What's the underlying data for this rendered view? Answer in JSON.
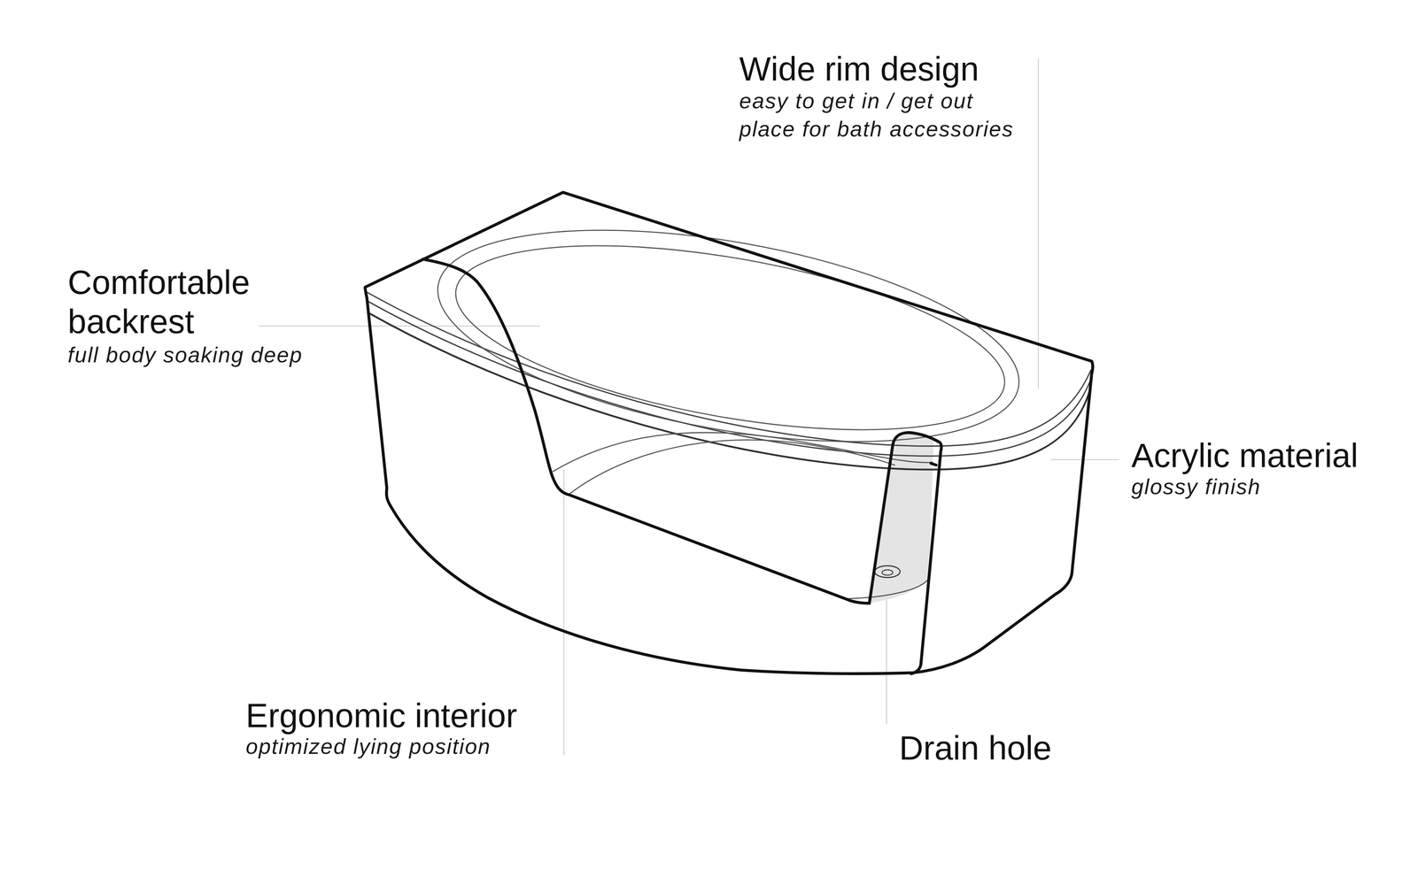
{
  "diagram": {
    "labels": [
      "Wide rim design",
      "easy to get in / get out",
      "place for bath accessories",
      "Comfortable backrest",
      "full body soaking deep",
      "Acrylic material",
      "glossy finish",
      "Ergonomic interior",
      "optimized lying position",
      "Drain hole"
    ]
  }
}
